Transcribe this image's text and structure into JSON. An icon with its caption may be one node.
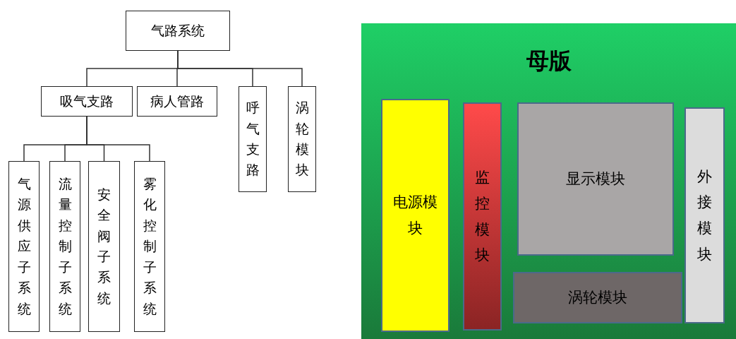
{
  "diagram": {
    "nodes": [
      {
        "text": [
          "气路系统"
        ]
      },
      {
        "text": [
          "吸气支路"
        ]
      },
      {
        "text": [
          "病人管路"
        ]
      },
      {
        "text": [
          "呼气支路"
        ]
      },
      {
        "text": [
          "涡轮模块"
        ]
      },
      {
        "text": [
          "气源供应子系统"
        ]
      },
      {
        "text": [
          "流量控制子系统"
        ]
      },
      {
        "text": [
          "安全阀子系统"
        ]
      },
      {
        "text": [
          "雾化控制子系统"
        ]
      },
      {
        "text": [
          "母版"
        ]
      },
      {
        "text": [
          "电源模块"
        ],
        "in": 9
      },
      {
        "text": [
          "监控模块"
        ],
        "in": 9
      },
      {
        "text": [
          "显示模块"
        ],
        "in": 9
      },
      {
        "text": [
          "涡轮模块"
        ],
        "in": 9
      },
      {
        "text": [
          "外接模块"
        ],
        "in": 9
      }
    ],
    "edges": [
      {
        "from": 0,
        "to": 1,
        "arrow": "none"
      },
      {
        "from": 0,
        "to": 2,
        "arrow": "none"
      },
      {
        "from": 0,
        "to": 3,
        "arrow": "none"
      },
      {
        "from": 0,
        "to": 4,
        "arrow": "none"
      },
      {
        "from": 1,
        "to": 5,
        "arrow": "none"
      },
      {
        "from": 1,
        "to": 6,
        "arrow": "none"
      },
      {
        "from": 1,
        "to": 7,
        "arrow": "none"
      },
      {
        "from": 1,
        "to": 8,
        "arrow": "none"
      }
    ]
  }
}
